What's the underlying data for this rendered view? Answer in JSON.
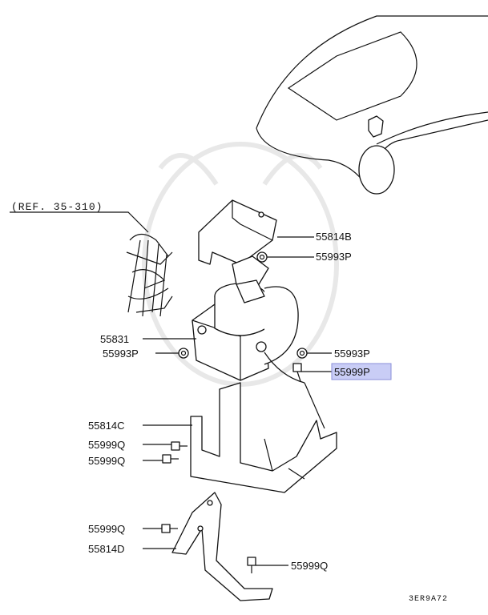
{
  "reference_label": "(REF. 35-310)",
  "parts": {
    "bracket_top": "55814B",
    "nut_top": "55993P",
    "hydraulic_unit": "55831",
    "nut_left": "55993P",
    "nut_right": "55993P",
    "bolt_highlighted": "55999P",
    "bracket_middle": "55814C",
    "bolt_mid_1": "55999Q",
    "bolt_mid_2": "55999Q",
    "bolt_low_1": "55999Q",
    "bracket_bottom": "55814D",
    "bolt_low_2": "55999Q"
  },
  "diagram_code": "3ER9A72",
  "highlight_color": "#c9cdf6"
}
